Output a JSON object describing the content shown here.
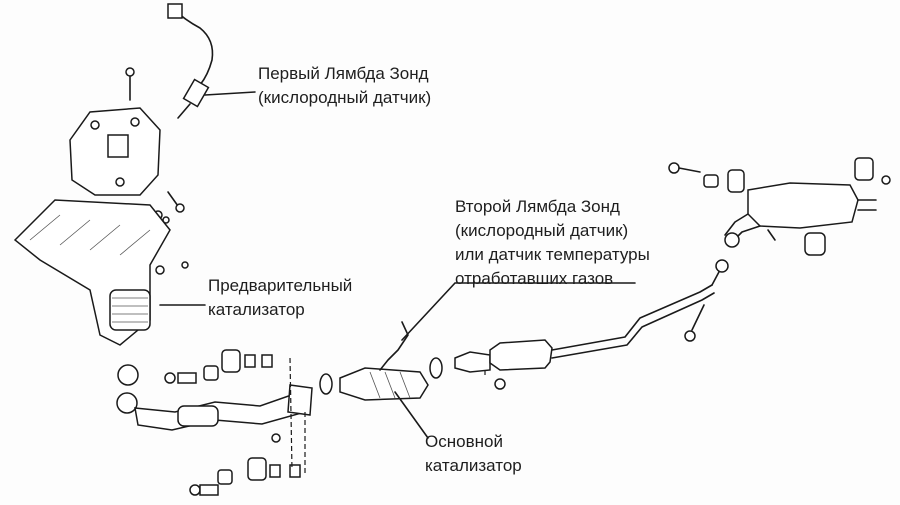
{
  "labels": {
    "first_sensor": {
      "line1": "Первый Лямбда Зонд",
      "line2": "(кислородный датчик)"
    },
    "second_sensor": {
      "line1": "Второй Лямбда Зонд",
      "line2": "(кислородный датчик)",
      "line3": "или датчик температуры",
      "line4": "отработавших газов"
    },
    "pre_catalyst": {
      "line1": "Предварительный",
      "line2": "катализатор"
    },
    "main_catalyst": {
      "line1": "Основной",
      "line2": "катализатор"
    }
  }
}
